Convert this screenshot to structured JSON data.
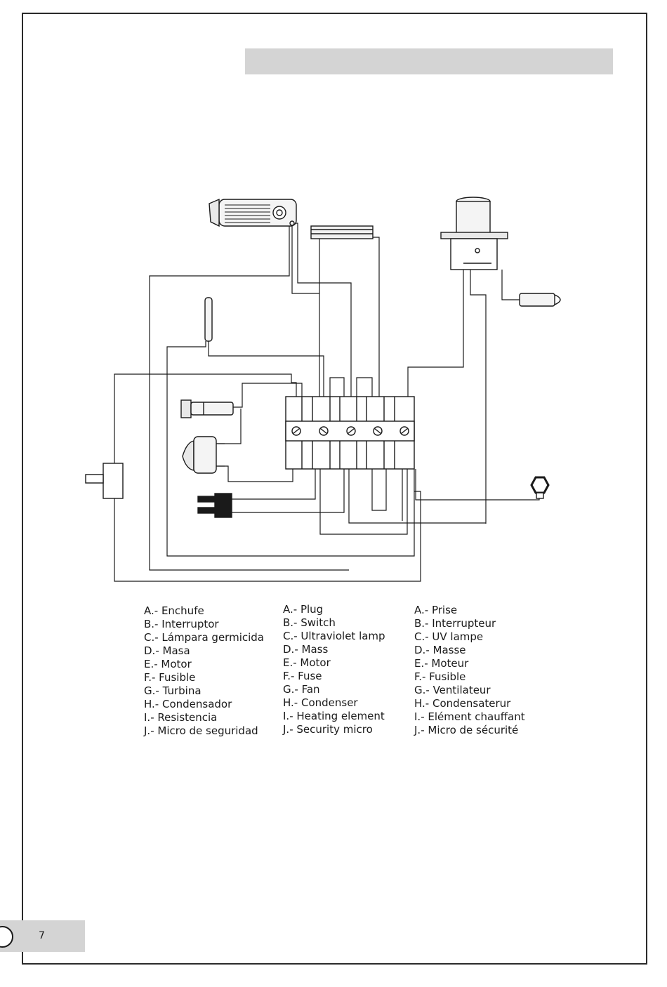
{
  "page": {
    "number": "7"
  },
  "legend": {
    "spanish": [
      "A.- Enchufe",
      "B.- Interruptor",
      "C.- Lámpara germicida",
      "D.- Masa",
      "E.- Motor",
      "F.- Fusible",
      "G.- Turbina",
      "H.- Condensador",
      "I.- Resistencia",
      "J.- Micro de seguridad"
    ],
    "english": [
      "A.- Plug",
      "B.- Switch",
      "C.- Ultraviolet lamp",
      "D.- Mass",
      "E.- Motor",
      "F.- Fuse",
      "G.- Fan",
      "H.- Condenser",
      "I.- Heating element",
      "J.- Security micro"
    ],
    "french": [
      "A.- Prise",
      "B.- Interrupteur",
      "C.- UV lampe",
      "D.- Masse",
      "E.- Moteur",
      "F.- Fusible",
      "G.- Ventilateur",
      "H.- Condensaterur",
      "I.- Elément chauffant",
      "J.- Micro de sécurité"
    ]
  }
}
